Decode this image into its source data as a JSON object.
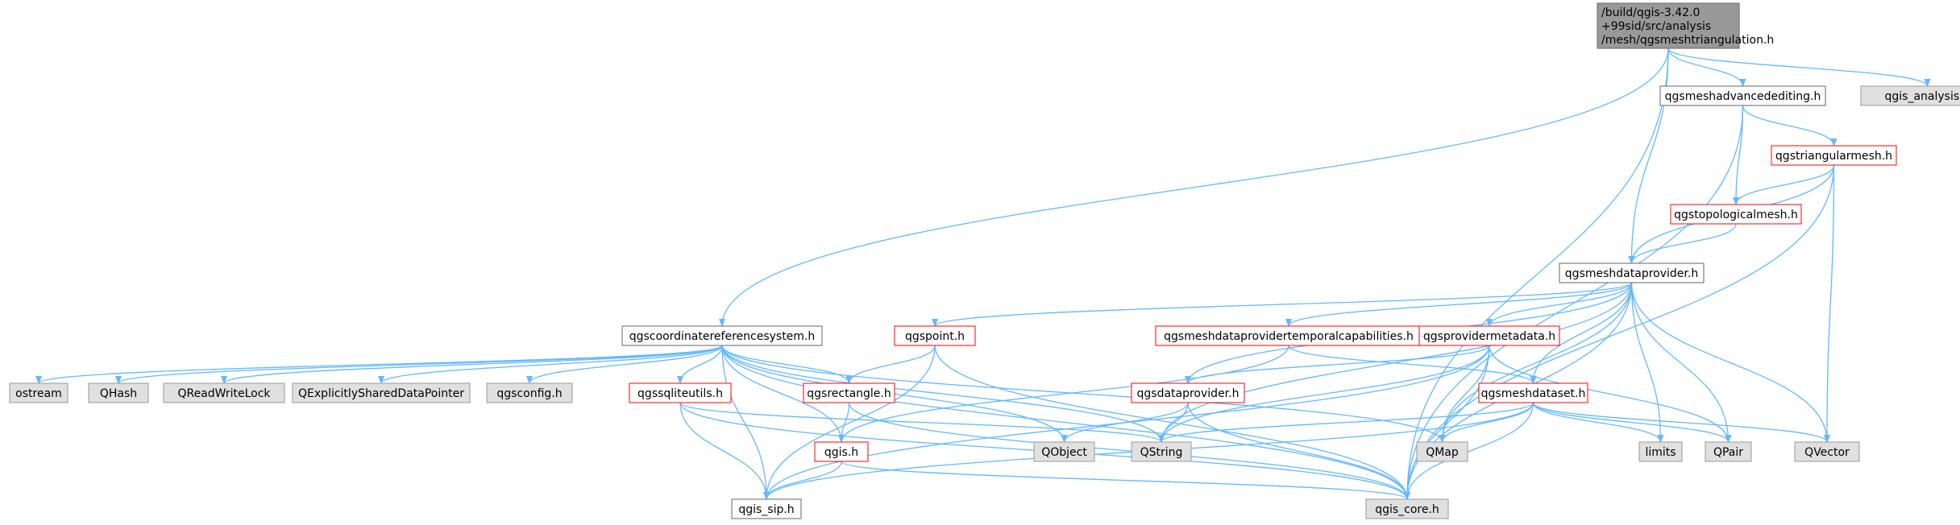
{
  "colors": {
    "edge": "#63b8ff",
    "root_fill": "#999999",
    "root_border": "#666666",
    "normal_fill": "#ffffff",
    "normal_border": "#666666",
    "red_fill": "#ffffff",
    "red_border": "#ff0000",
    "external_fill": "#e0e0e0",
    "external_border": "#999999"
  },
  "nodes": [
    {
      "id": "root",
      "kind": "root",
      "lines": [
        "/build/qgis-3.42.0",
        "+99sid/src/analysis",
        "/mesh/qgsmeshtriangulation.h"
      ]
    },
    {
      "id": "advanced",
      "kind": "normal",
      "lines": [
        "qgsmeshadvancedediting.h"
      ]
    },
    {
      "id": "analysis",
      "kind": "external",
      "lines": [
        "qgis_analysis.h"
      ]
    },
    {
      "id": "triangular",
      "kind": "red",
      "lines": [
        "qgstriangularmesh.h"
      ]
    },
    {
      "id": "topological",
      "kind": "red",
      "lines": [
        "qgstopologicalmesh.h"
      ]
    },
    {
      "id": "meshdp",
      "kind": "normal",
      "lines": [
        "qgsmeshdataprovider.h"
      ]
    },
    {
      "id": "crs",
      "kind": "normal",
      "lines": [
        "qgscoordinatereferencesystem.h"
      ]
    },
    {
      "id": "point",
      "kind": "red",
      "lines": [
        "qgspoint.h"
      ]
    },
    {
      "id": "temporal",
      "kind": "red",
      "lines": [
        "qgsmeshdataprovidertemporalcapabilities.h"
      ]
    },
    {
      "id": "provmeta",
      "kind": "red",
      "lines": [
        "qgsprovidermetadata.h"
      ]
    },
    {
      "id": "ostream",
      "kind": "external",
      "lines": [
        "ostream"
      ]
    },
    {
      "id": "qhash",
      "kind": "external",
      "lines": [
        "QHash"
      ]
    },
    {
      "id": "qrwlock",
      "kind": "external",
      "lines": [
        "QReadWriteLock"
      ]
    },
    {
      "id": "qesdp",
      "kind": "external",
      "lines": [
        "QExplicitlySharedDataPointer"
      ]
    },
    {
      "id": "qgsconfig",
      "kind": "external",
      "lines": [
        "qgsconfig.h"
      ]
    },
    {
      "id": "sqlite",
      "kind": "red",
      "lines": [
        "qgssqliteutils.h"
      ]
    },
    {
      "id": "rectangle",
      "kind": "red",
      "lines": [
        "qgsrectangle.h"
      ]
    },
    {
      "id": "dataprovider",
      "kind": "red",
      "lines": [
        "qgsdataprovider.h"
      ]
    },
    {
      "id": "meshdataset",
      "kind": "red",
      "lines": [
        "qgsmeshdataset.h"
      ]
    },
    {
      "id": "qobject",
      "kind": "external",
      "lines": [
        "QObject"
      ]
    },
    {
      "id": "qstring",
      "kind": "external",
      "lines": [
        "QString"
      ]
    },
    {
      "id": "qmap",
      "kind": "external",
      "lines": [
        "QMap"
      ]
    },
    {
      "id": "limits",
      "kind": "external",
      "lines": [
        "limits"
      ]
    },
    {
      "id": "qpair",
      "kind": "external",
      "lines": [
        "QPair"
      ]
    },
    {
      "id": "qvector",
      "kind": "external",
      "lines": [
        "QVector"
      ]
    },
    {
      "id": "qgis",
      "kind": "red",
      "lines": [
        "qgis.h"
      ]
    },
    {
      "id": "sip",
      "kind": "normal",
      "lines": [
        "qgis_sip.h"
      ]
    },
    {
      "id": "core",
      "kind": "external",
      "lines": [
        "qgis_core.h"
      ]
    }
  ],
  "edges": [
    [
      "root",
      "advanced"
    ],
    [
      "root",
      "analysis"
    ],
    [
      "root",
      "meshdp"
    ],
    [
      "root",
      "crs"
    ],
    [
      "root",
      "core"
    ],
    [
      "advanced",
      "triangular"
    ],
    [
      "advanced",
      "topological"
    ],
    [
      "advanced",
      "core"
    ],
    [
      "triangular",
      "topological"
    ],
    [
      "triangular",
      "meshdp"
    ],
    [
      "triangular",
      "qvector"
    ],
    [
      "triangular",
      "core"
    ],
    [
      "topological",
      "meshdp"
    ],
    [
      "meshdp",
      "point"
    ],
    [
      "meshdp",
      "temporal"
    ],
    [
      "meshdp",
      "provmeta"
    ],
    [
      "meshdp",
      "dataprovider"
    ],
    [
      "meshdp",
      "meshdataset"
    ],
    [
      "meshdp",
      "qstring"
    ],
    [
      "meshdp",
      "qmap"
    ],
    [
      "meshdp",
      "limits"
    ],
    [
      "meshdp",
      "qpair"
    ],
    [
      "meshdp",
      "qvector"
    ],
    [
      "meshdp",
      "core"
    ],
    [
      "crs",
      "ostream"
    ],
    [
      "crs",
      "qhash"
    ],
    [
      "crs",
      "qrwlock"
    ],
    [
      "crs",
      "qesdp"
    ],
    [
      "crs",
      "qgsconfig"
    ],
    [
      "crs",
      "sqlite"
    ],
    [
      "crs",
      "rectangle"
    ],
    [
      "crs",
      "qobject"
    ],
    [
      "crs",
      "qstring"
    ],
    [
      "crs",
      "qmap"
    ],
    [
      "crs",
      "qgis"
    ],
    [
      "crs",
      "sip"
    ],
    [
      "crs",
      "core"
    ],
    [
      "point",
      "rectangle"
    ],
    [
      "point",
      "sip"
    ],
    [
      "point",
      "core"
    ],
    [
      "temporal",
      "qgis"
    ],
    [
      "temporal",
      "meshdataset"
    ],
    [
      "provmeta",
      "dataprovider"
    ],
    [
      "provmeta",
      "qstring"
    ],
    [
      "provmeta",
      "qmap"
    ],
    [
      "provmeta",
      "sip"
    ],
    [
      "provmeta",
      "qpair"
    ],
    [
      "provmeta",
      "core"
    ],
    [
      "sqlite",
      "qstring"
    ],
    [
      "sqlite",
      "sip"
    ],
    [
      "sqlite",
      "core"
    ],
    [
      "rectangle",
      "qgis"
    ],
    [
      "rectangle",
      "core"
    ],
    [
      "dataprovider",
      "qobject"
    ],
    [
      "dataprovider",
      "qstring"
    ],
    [
      "dataprovider",
      "core"
    ],
    [
      "meshdataset",
      "qstring"
    ],
    [
      "meshdataset",
      "qmap"
    ],
    [
      "meshdataset",
      "limits"
    ],
    [
      "meshdataset",
      "qpair"
    ],
    [
      "meshdataset",
      "qvector"
    ],
    [
      "meshdataset",
      "sip"
    ],
    [
      "meshdataset",
      "core"
    ],
    [
      "qgis",
      "sip"
    ],
    [
      "qgis",
      "core"
    ]
  ]
}
